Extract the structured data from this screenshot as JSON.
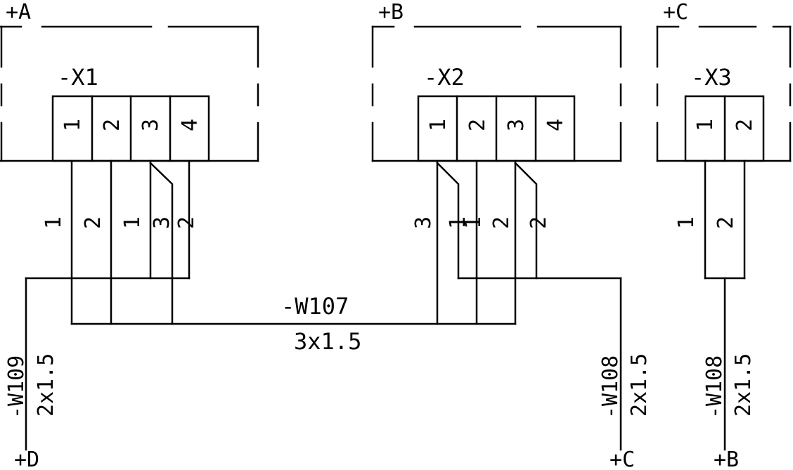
{
  "locations": {
    "a": "+A",
    "b": "+B",
    "c": "+C",
    "d_end": "+D",
    "c_end": "+C",
    "b_end": "+B"
  },
  "connectors": [
    {
      "id": "x1",
      "label": "-X1",
      "pins": [
        "1",
        "2",
        "3",
        "4"
      ]
    },
    {
      "id": "x2",
      "label": "-X2",
      "pins": [
        "1",
        "2",
        "3",
        "4"
      ]
    },
    {
      "id": "x3",
      "label": "-X3",
      "pins": [
        "1",
        "2"
      ]
    }
  ],
  "cables": {
    "w107": {
      "name": "-W107",
      "spec": "3x1.5"
    },
    "w109": {
      "name": "-W109",
      "spec": "2x1.5"
    },
    "w108_c": {
      "name": "-W108",
      "spec": "2x1.5"
    },
    "w108_b": {
      "name": "-W108",
      "spec": "2x1.5"
    }
  },
  "cores": {
    "x1": [
      "1",
      "2",
      "1",
      "3",
      "2"
    ],
    "x2": [
      "3",
      "1",
      "1",
      "2",
      "2"
    ],
    "x3": [
      "1",
      "2"
    ]
  }
}
